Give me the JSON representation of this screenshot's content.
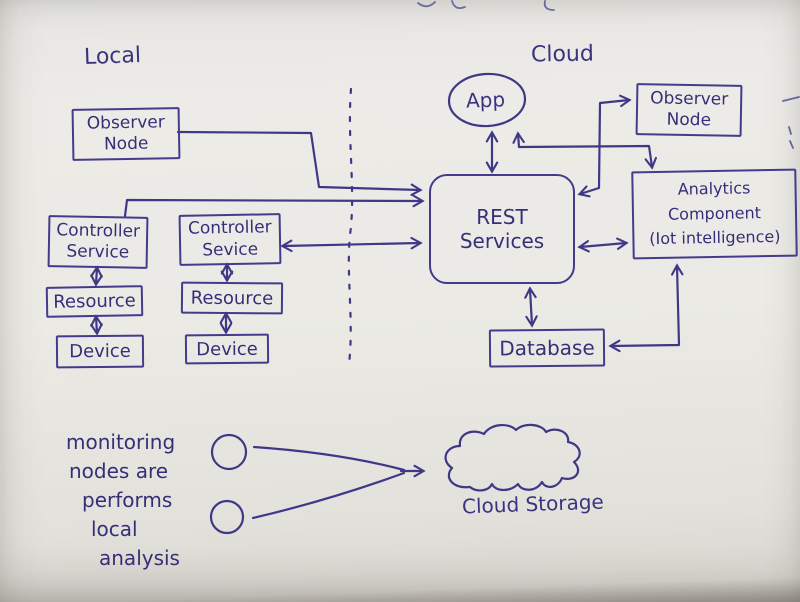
{
  "meta": {
    "ink_color": "#3f3886",
    "paper_color": "#eae9e4",
    "drawing_style": "hand-drawn pen sketch on paper"
  },
  "regions": {
    "local_label": "Local",
    "cloud_label": "Cloud"
  },
  "nodes": {
    "observer_local": {
      "label": "Observer\nNode"
    },
    "controller_service_1": {
      "label": "Controller\nService"
    },
    "resource_1": {
      "label": "Resource"
    },
    "device_1": {
      "label": "Device"
    },
    "controller_service_2": {
      "label": "Controller\nSevice"
    },
    "resource_2": {
      "label": "Resource"
    },
    "device_2": {
      "label": "Device"
    },
    "app": {
      "label": "App"
    },
    "rest_services": {
      "label": "REST Services"
    },
    "observer_cloud": {
      "label": "Observer\nNode"
    },
    "analytics": {
      "label": "Analytics\nComponent\n(Iot intelligence)"
    },
    "database": {
      "label": "Database"
    },
    "cloud_storage": {
      "label": "Cloud Storage"
    }
  },
  "annotation": {
    "lines": [
      "monitoring",
      "nodes are",
      "performs",
      "local",
      "analysis"
    ]
  },
  "edges": [
    {
      "from": "observer_node_local",
      "to": "rest_services",
      "style": "arrow"
    },
    {
      "from": "controller_service_1",
      "to": "rest_services",
      "style": "arrow"
    },
    {
      "from": "controller_service_2",
      "to": "rest_services",
      "style": "double-arrow"
    },
    {
      "from": "controller_service_1",
      "to": "resource_1",
      "style": "double-arrow"
    },
    {
      "from": "resource_1",
      "to": "device_1",
      "style": "double-arrow"
    },
    {
      "from": "controller_service_2",
      "to": "resource_2",
      "style": "double-arrow"
    },
    {
      "from": "resource_2",
      "to": "device_2",
      "style": "double-arrow"
    },
    {
      "from": "app",
      "to": "rest_services",
      "style": "double-arrow"
    },
    {
      "from": "app",
      "to": "analytics_component",
      "style": "double-arrow"
    },
    {
      "from": "rest_services",
      "to": "observer_node_cloud",
      "style": "double-arrow"
    },
    {
      "from": "rest_services",
      "to": "analytics_component",
      "style": "double-arrow"
    },
    {
      "from": "rest_services",
      "to": "database",
      "style": "double-arrow"
    },
    {
      "from": "analytics_component",
      "to": "database",
      "style": "double-arrow"
    },
    {
      "from": "monitoring_nodes",
      "to": "cloud_storage",
      "style": "arrow"
    }
  ]
}
